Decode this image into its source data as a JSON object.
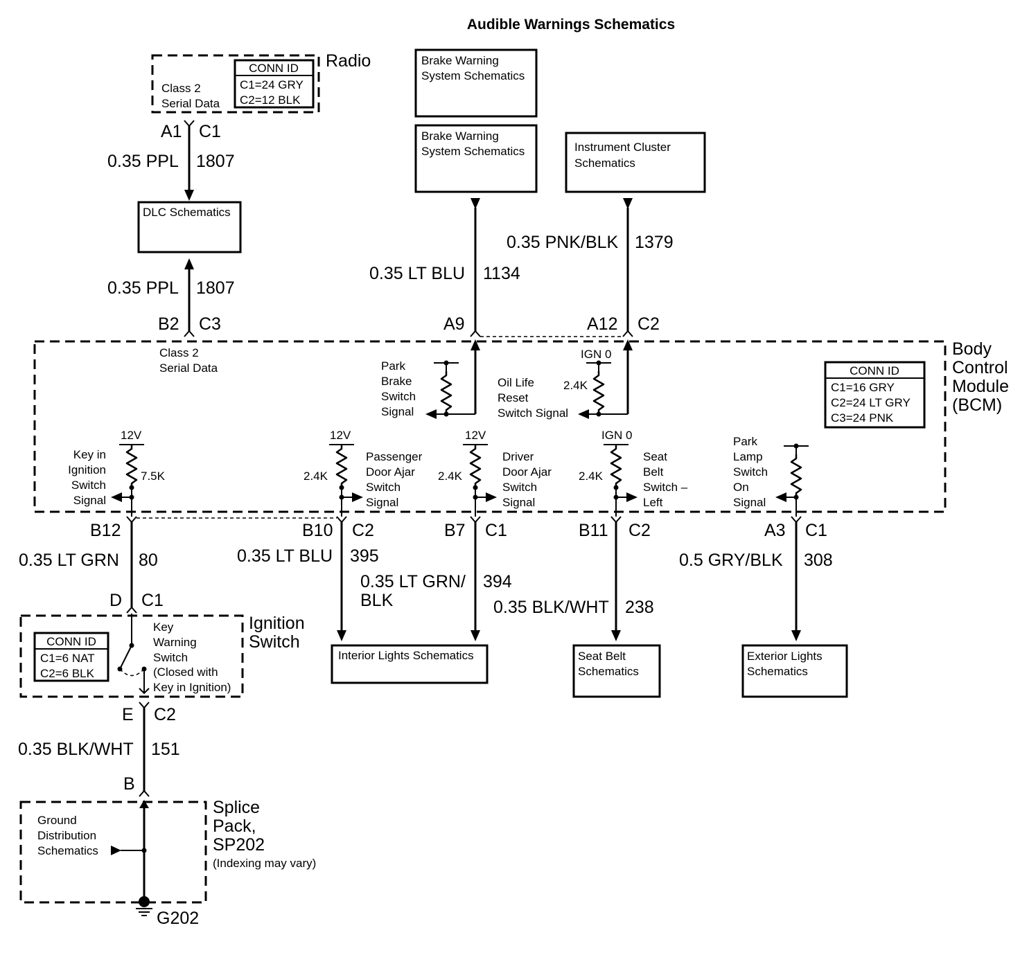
{
  "title": "Audible Warnings Schematics",
  "modules": {
    "radio": {
      "name": "Radio",
      "signal": [
        "Class 2",
        "Serial Data"
      ]
    },
    "bcm": {
      "name": [
        "Body",
        "Control",
        "Module",
        "(BCM)"
      ]
    },
    "ignition_switch": {
      "name": [
        "Ignition",
        "Switch"
      ],
      "switch_label": [
        "Key",
        "Warning",
        "Switch",
        "(Closed with",
        "Key in Ignition)"
      ]
    },
    "splice_pack": {
      "name": [
        "Splice",
        "Pack,",
        "SP202"
      ],
      "note": "(Indexing may vary)",
      "inner": [
        "Ground",
        "Distribution",
        "Schematics"
      ]
    }
  },
  "conn_tables": {
    "radio": {
      "header": "CONN ID",
      "rows": [
        "C1=24 GRY",
        "C2=12 BLK"
      ]
    },
    "bcm": {
      "header": "CONN ID",
      "rows": [
        "C1=16 GRY",
        "C2=24 LT GRY",
        "C3=24 PNK"
      ]
    },
    "ignition": {
      "header": "CONN ID",
      "rows": [
        "C1=6 NAT",
        "C2=6 BLK"
      ]
    }
  },
  "boxes": {
    "brake1": [
      "Brake Warning",
      "System Schematics"
    ],
    "brake2": [
      "Brake Warning",
      "System Schematics"
    ],
    "instrument": [
      "Instrument Cluster",
      "Schematics"
    ],
    "dlc": [
      "DLC Schematics"
    ],
    "interior": [
      "Interior Lights Schematics"
    ],
    "seatbelt": [
      "Seat Belt",
      "Schematics"
    ],
    "exterior": [
      "Exterior Lights",
      "Schematics"
    ]
  },
  "connectors": {
    "radio_pin": "A1",
    "radio_conn": "C1",
    "bcm_b2": "B2",
    "bcm_c3": "C3",
    "a9": "A9",
    "a12": "A12",
    "c2_top": "C2",
    "b12": "B12",
    "b10": "B10",
    "c2_b10": "C2",
    "b7": "B7",
    "c1_b7": "C1",
    "b11": "B11",
    "c2_b11": "C2",
    "a3": "A3",
    "c1_a3": "C1",
    "ign_d": "D",
    "ign_c1": "C1",
    "ign_e": "E",
    "ign_c2": "C2",
    "splice_b": "B",
    "ground": "G202"
  },
  "wires": {
    "w1807a": {
      "color": "0.35 PPL",
      "circuit": "1807"
    },
    "w1807b": {
      "color": "0.35 PPL",
      "circuit": "1807"
    },
    "w1134": {
      "color": "0.35 LT BLU",
      "circuit": "1134"
    },
    "w1379": {
      "color": "0.35 PNK/BLK",
      "circuit": "1379"
    },
    "w80": {
      "color": "0.35 LT GRN",
      "circuit": "80"
    },
    "w395": {
      "color": "0.35 LT BLU",
      "circuit": "395"
    },
    "w394": {
      "color": [
        "0.35 LT GRN/",
        "BLK"
      ],
      "circuit": "394"
    },
    "w238": {
      "color": "0.35 BLK/WHT",
      "circuit": "238"
    },
    "w308": {
      "color": "0.5 GRY/BLK",
      "circuit": "308"
    },
    "w151": {
      "color": "0.35 BLK/WHT",
      "circuit": "151"
    }
  },
  "bcm_inputs": {
    "class2": [
      "Class 2",
      "Serial Data"
    ],
    "park_brake": [
      "Park",
      "Brake",
      "Switch",
      "Signal"
    ],
    "oil_life": [
      "Oil Life",
      "Reset",
      "Switch Signal"
    ],
    "oil_supply": "IGN 0",
    "oil_res": "2.4K",
    "key_in": [
      "Key in",
      "Ignition",
      "Switch",
      "Signal"
    ],
    "key_supply": "12V",
    "key_res": "7.5K",
    "pass_door": [
      "Passenger",
      "Door Ajar",
      "Switch",
      "Signal"
    ],
    "pass_supply": "12V",
    "pass_res": "2.4K",
    "drv_door": [
      "Driver",
      "Door Ajar",
      "Switch",
      "Signal"
    ],
    "drv_supply": "12V",
    "drv_res": "2.4K",
    "seat_belt": [
      "Seat",
      "Belt",
      "Switch –",
      "Left"
    ],
    "seat_supply": "IGN 0",
    "seat_res": "2.4K",
    "park_lamp": [
      "Park",
      "Lamp",
      "Switch",
      "On",
      "Signal"
    ]
  }
}
